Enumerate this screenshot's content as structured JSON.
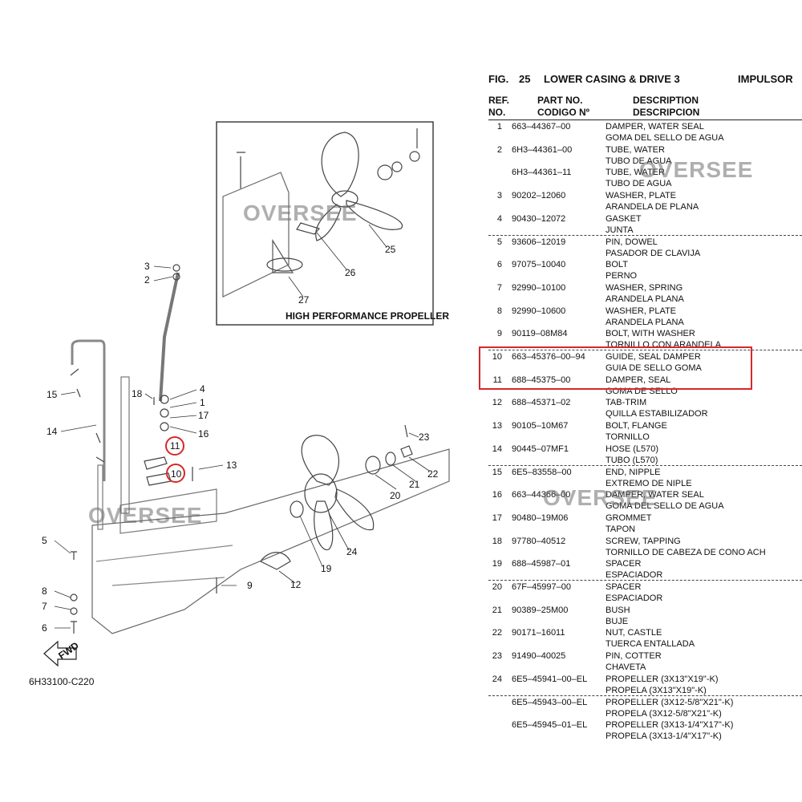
{
  "figure": {
    "fig_label": "FIG.",
    "fig_number": "25",
    "title": "LOWER CASING & DRIVE 3",
    "title_es": "IMPULSOR"
  },
  "columns": {
    "ref_line1": "REF.",
    "ref_line2": "NO.",
    "part_line1": "PART NO.",
    "part_line2": "CODIGO Nº",
    "desc_line1": "DESCRIPTION",
    "desc_line2": "DESCRIPCION"
  },
  "parts": [
    {
      "ref": "1",
      "part_no": "663–44367–00",
      "desc": "DAMPER, WATER SEAL",
      "desc_es": "GOMA DEL SELLO DE AGUA"
    },
    {
      "ref": "2",
      "part_no": "6H3–44361–00",
      "desc": "TUBE, WATER",
      "desc_es": "TUBO DE AGUA"
    },
    {
      "ref": "",
      "part_no": "6H3–44361–11",
      "desc": "TUBE, WATER",
      "desc_es": "TUBO DE AGUA"
    },
    {
      "ref": "3",
      "part_no": "90202–12060",
      "desc": "WASHER, PLATE",
      "desc_es": "ARANDELA DE PLANA"
    },
    {
      "ref": "4",
      "part_no": "90430–12072",
      "desc": "GASKET",
      "desc_es": "JUNTA"
    },
    {
      "ref": "5",
      "part_no": "93606–12019",
      "desc": "PIN, DOWEL",
      "desc_es": "PASADOR DE CLAVIJA"
    },
    {
      "ref": "6",
      "part_no": "97075–10040",
      "desc": "BOLT",
      "desc_es": "PERNO"
    },
    {
      "ref": "7",
      "part_no": "92990–10100",
      "desc": "WASHER, SPRING",
      "desc_es": "ARANDELA PLANA"
    },
    {
      "ref": "8",
      "part_no": "92990–10600",
      "desc": "WASHER, PLATE",
      "desc_es": "ARANDELA PLANA"
    },
    {
      "ref": "9",
      "part_no": "90119–08M84",
      "desc": "BOLT, WITH WASHER",
      "desc_es": "TORNILLO CON ARANDELA"
    },
    {
      "ref": "10",
      "part_no": "663–45376–00–94",
      "desc": "GUIDE, SEAL DAMPER",
      "desc_es": "GUIA DE SELLO GOMA"
    },
    {
      "ref": "11",
      "part_no": "688–45375–00",
      "desc": "DAMPER, SEAL",
      "desc_es": "GOMA DE SELLO"
    },
    {
      "ref": "12",
      "part_no": "688–45371–02",
      "desc": "TAB-TRIM",
      "desc_es": "QUILLA ESTABILIZADOR"
    },
    {
      "ref": "13",
      "part_no": "90105–10M67",
      "desc": "BOLT, FLANGE",
      "desc_es": "TORNILLO"
    },
    {
      "ref": "14",
      "part_no": "90445–07MF1",
      "desc": "HOSE (L570)",
      "desc_es": "TUBO (L570)"
    },
    {
      "ref": "15",
      "part_no": "6E5–83558–00",
      "desc": "END, NIPPLE",
      "desc_es": "EXTREMO DE NIPLE"
    },
    {
      "ref": "16",
      "part_no": "663–44366–00",
      "desc": "DAMPER, WATER SEAL",
      "desc_es": "GOMA DEL SELLO DE AGUA"
    },
    {
      "ref": "17",
      "part_no": "90480–19M06",
      "desc": "GROMMET",
      "desc_es": "TAPON"
    },
    {
      "ref": "18",
      "part_no": "97780–40512",
      "desc": "SCREW, TAPPING",
      "desc_es": "TORNILLO DE CABEZA DE CONO ACH"
    },
    {
      "ref": "19",
      "part_no": "688–45987–01",
      "desc": "SPACER",
      "desc_es": "ESPACIADOR"
    },
    {
      "ref": "20",
      "part_no": "67F–45997–00",
      "desc": "SPACER",
      "desc_es": "ESPACIADOR"
    },
    {
      "ref": "21",
      "part_no": "90389–25M00",
      "desc": "BUSH",
      "desc_es": "BUJE"
    },
    {
      "ref": "22",
      "part_no": "90171–16011",
      "desc": "NUT, CASTLE",
      "desc_es": "TUERCA ENTALLADA"
    },
    {
      "ref": "23",
      "part_no": "91490–40025",
      "desc": "PIN, COTTER",
      "desc_es": "CHAVETA"
    },
    {
      "ref": "24",
      "part_no": "6E5–45941–00–EL",
      "desc": "PROPELLER (3X13\"X19\"-K)",
      "desc_es": "PROPELA (3X13\"X19\"-K)"
    },
    {
      "ref": "",
      "part_no": "6E5–45943–00–EL",
      "desc": "PROPELLER (3X12-5/8\"X21\"-K)",
      "desc_es": "PROPELA (3X12-5/8\"X21\"-K)"
    },
    {
      "ref": "",
      "part_no": "6E5–45945–01–EL",
      "desc": "PROPELLER (3X13-1/4\"X17\"-K)",
      "desc_es": "PROPELA (3X13-1/4\"X17\"-K)"
    }
  ],
  "diagram": {
    "inset_title": "HIGH PERFORMANCE PROPELLER",
    "drawing_code": "6H33100-C220",
    "fwd_label": "FWD",
    "inset_callouts": [
      "25",
      "26",
      "27"
    ],
    "callouts": [
      "1",
      "2",
      "3",
      "4",
      "5",
      "6",
      "7",
      "8",
      "9",
      "10",
      "11",
      "12",
      "13",
      "14",
      "15",
      "16",
      "17",
      "18",
      "19",
      "20",
      "21",
      "22",
      "23",
      "24"
    ],
    "highlighted_callouts": [
      "10",
      "11"
    ],
    "highlight_color": "#d62828"
  },
  "watermark": "OVERSEE"
}
